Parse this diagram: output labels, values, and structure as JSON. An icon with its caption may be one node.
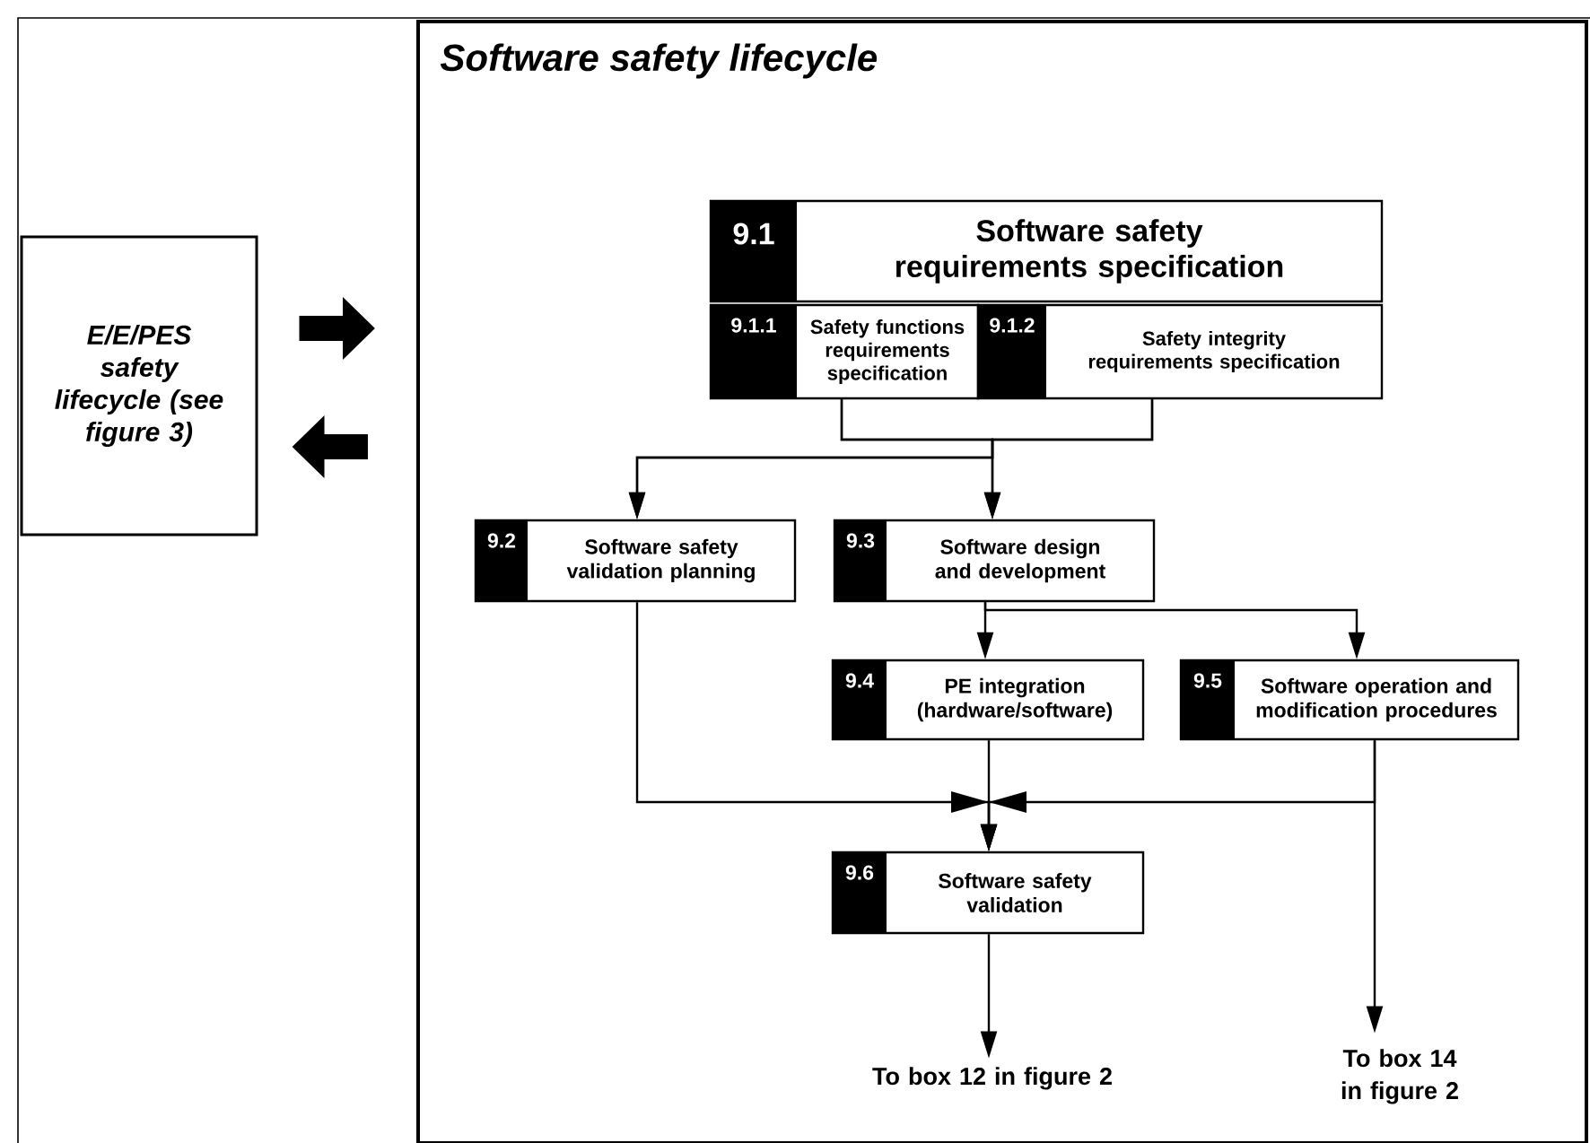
{
  "diagram": {
    "nodes": [
      {
        "text": [
          "E/E/PES safety lifecycle (see figure 3)"
        ]
      },
      {
        "text": [
          "Software safety lifecycle"
        ]
      },
      {
        "text": [
          "9.1",
          "Software safety requirements specification"
        ],
        "in": 1
      },
      {
        "text": [
          "9.1.1",
          "Safety functions requirements specification"
        ],
        "in": 1
      },
      {
        "text": [
          "9.1.2",
          "Safety integrity requirements specification"
        ],
        "in": 1
      },
      {
        "text": [
          "9.2",
          "Software safety validation planning"
        ],
        "in": 1
      },
      {
        "text": [
          "9.3",
          "Software design and development"
        ],
        "in": 1
      },
      {
        "text": [
          "9.4",
          "PE integration (hardware/software)"
        ],
        "in": 1
      },
      {
        "text": [
          "9.5",
          "Software operation and modification procedures"
        ],
        "in": 1
      },
      {
        "text": [
          "9.6",
          "Software safety validation"
        ],
        "in": 1
      },
      {
        "text": [
          "To box 12 in figure 2"
        ],
        "in": 1
      },
      {
        "text": [
          "To box 14 in figure 2"
        ],
        "in": 1
      }
    ],
    "edges": [
      {
        "from": 0,
        "to": 1,
        "arrow": "to",
        "style": "thick"
      },
      {
        "from": 1,
        "to": 0,
        "arrow": "to",
        "style": "thick"
      },
      {
        "from": 3,
        "to": 5,
        "arrow": "to"
      },
      {
        "from": 3,
        "to": 6,
        "arrow": "to"
      },
      {
        "from": 4,
        "to": 5,
        "arrow": "to"
      },
      {
        "from": 4,
        "to": 6,
        "arrow": "to"
      },
      {
        "from": 6,
        "to": 7,
        "arrow": "to"
      },
      {
        "from": 6,
        "to": 8,
        "arrow": "to"
      },
      {
        "from": 5,
        "to": 9,
        "arrow": "to"
      },
      {
        "from": 7,
        "to": 9,
        "arrow": "to"
      },
      {
        "from": 8,
        "to": 9,
        "arrow": "to"
      },
      {
        "from": 9,
        "to": 10,
        "arrow": "to"
      },
      {
        "from": 8,
        "to": 11,
        "arrow": "to"
      }
    ]
  }
}
